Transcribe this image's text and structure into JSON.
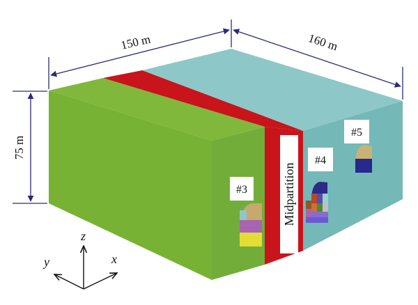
{
  "dimensions": {
    "length_label": "150 m",
    "width_label": "160 m",
    "height_label": "75 m"
  },
  "axes": {
    "z": "z",
    "y": "y",
    "x": "x"
  },
  "labels": {
    "tunnel_3": "#3",
    "tunnel_4": "#4",
    "tunnel_5": "#5",
    "midpartition": "Midpartition"
  },
  "colors": {
    "green_block": "#7ab23c",
    "red_partition": "#c8141a",
    "cyan_block": "#7fc0c0",
    "dimension_lines": "#2b2b7a"
  }
}
